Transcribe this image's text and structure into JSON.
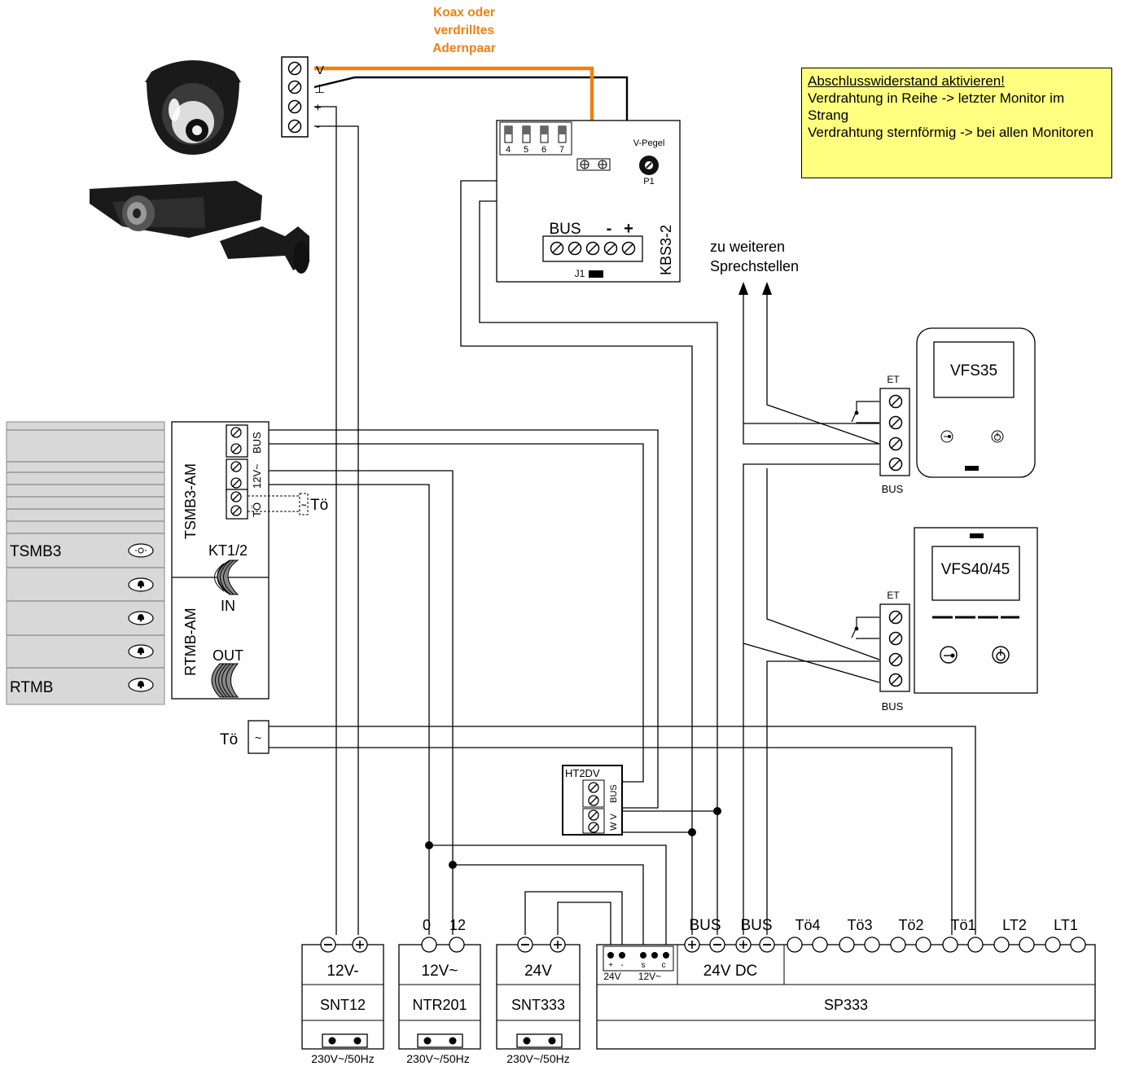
{
  "note": {
    "heading": "Abschlusswiderstand aktivieren!",
    "line1": "Verdrahtung in Reihe -> letzter Monitor im Strang",
    "line2": "Verdrahtung sternförmig -> bei allen Monitoren"
  },
  "cable": {
    "line1": "Koax oder",
    "line2": "verdrilltes",
    "line3": "Adernpaar"
  },
  "camera_terminal": {
    "v": "V",
    "gnd": "⊥",
    "plus": "+",
    "minus": "-"
  },
  "kbs": {
    "name": "KBS3-2",
    "dips": [
      "4",
      "5",
      "6",
      "7"
    ],
    "vpegel": "V-Pegel",
    "p1": "P1",
    "bus": "BUS",
    "minus": "-",
    "plus": "+",
    "j1": "J1"
  },
  "more_stations": {
    "line1": "zu weiteren",
    "line2": "Sprechstellen"
  },
  "monitor1": {
    "name": "VFS35",
    "et": "ET",
    "bus": "BUS"
  },
  "monitor2": {
    "name": "VFS40/45",
    "et": "ET",
    "bus": "BUS"
  },
  "door_panel": {
    "tsmb3": "TSMB3",
    "rtmb": "RTMB",
    "tsmb3_am": "TSMB3-AM",
    "rtmb_am": "RTMB-AM",
    "terminal_bus": "BUS",
    "terminal_12v": "12V~",
    "terminal_to": "TÖ",
    "kt": "KT1/2",
    "in": "IN",
    "out": "OUT",
    "to_label": "Tö"
  },
  "gong": {
    "label": "Tö",
    "symbol": "~"
  },
  "ht2dv": {
    "name": "HT2DV",
    "bus": "BUS",
    "wv": "W V"
  },
  "psu": [
    {
      "name": "SNT12",
      "output": "12V-",
      "mains": "230V~/50Hz"
    },
    {
      "name": "NTR201",
      "output": "12V~",
      "terminal_0": "0",
      "terminal_12": "12",
      "mains": "230V~/50Hz"
    },
    {
      "name": "SNT333",
      "output": "24V",
      "mains": "230V~/50Hz"
    }
  ],
  "sp333": {
    "name": "SP333",
    "dc": "24V DC",
    "in24v": "24V",
    "in12v": "12V~",
    "pins": [
      "+",
      "-",
      "s",
      "c"
    ],
    "bus1": "BUS",
    "bus2": "BUS",
    "outputs": [
      "Tö4",
      "Tö3",
      "Tö2",
      "Tö1",
      "LT2",
      "LT1"
    ]
  },
  "colors": {
    "cable": "#f08010",
    "note_bg": "#ffff80",
    "panel_gray": "#d8d8d8"
  }
}
